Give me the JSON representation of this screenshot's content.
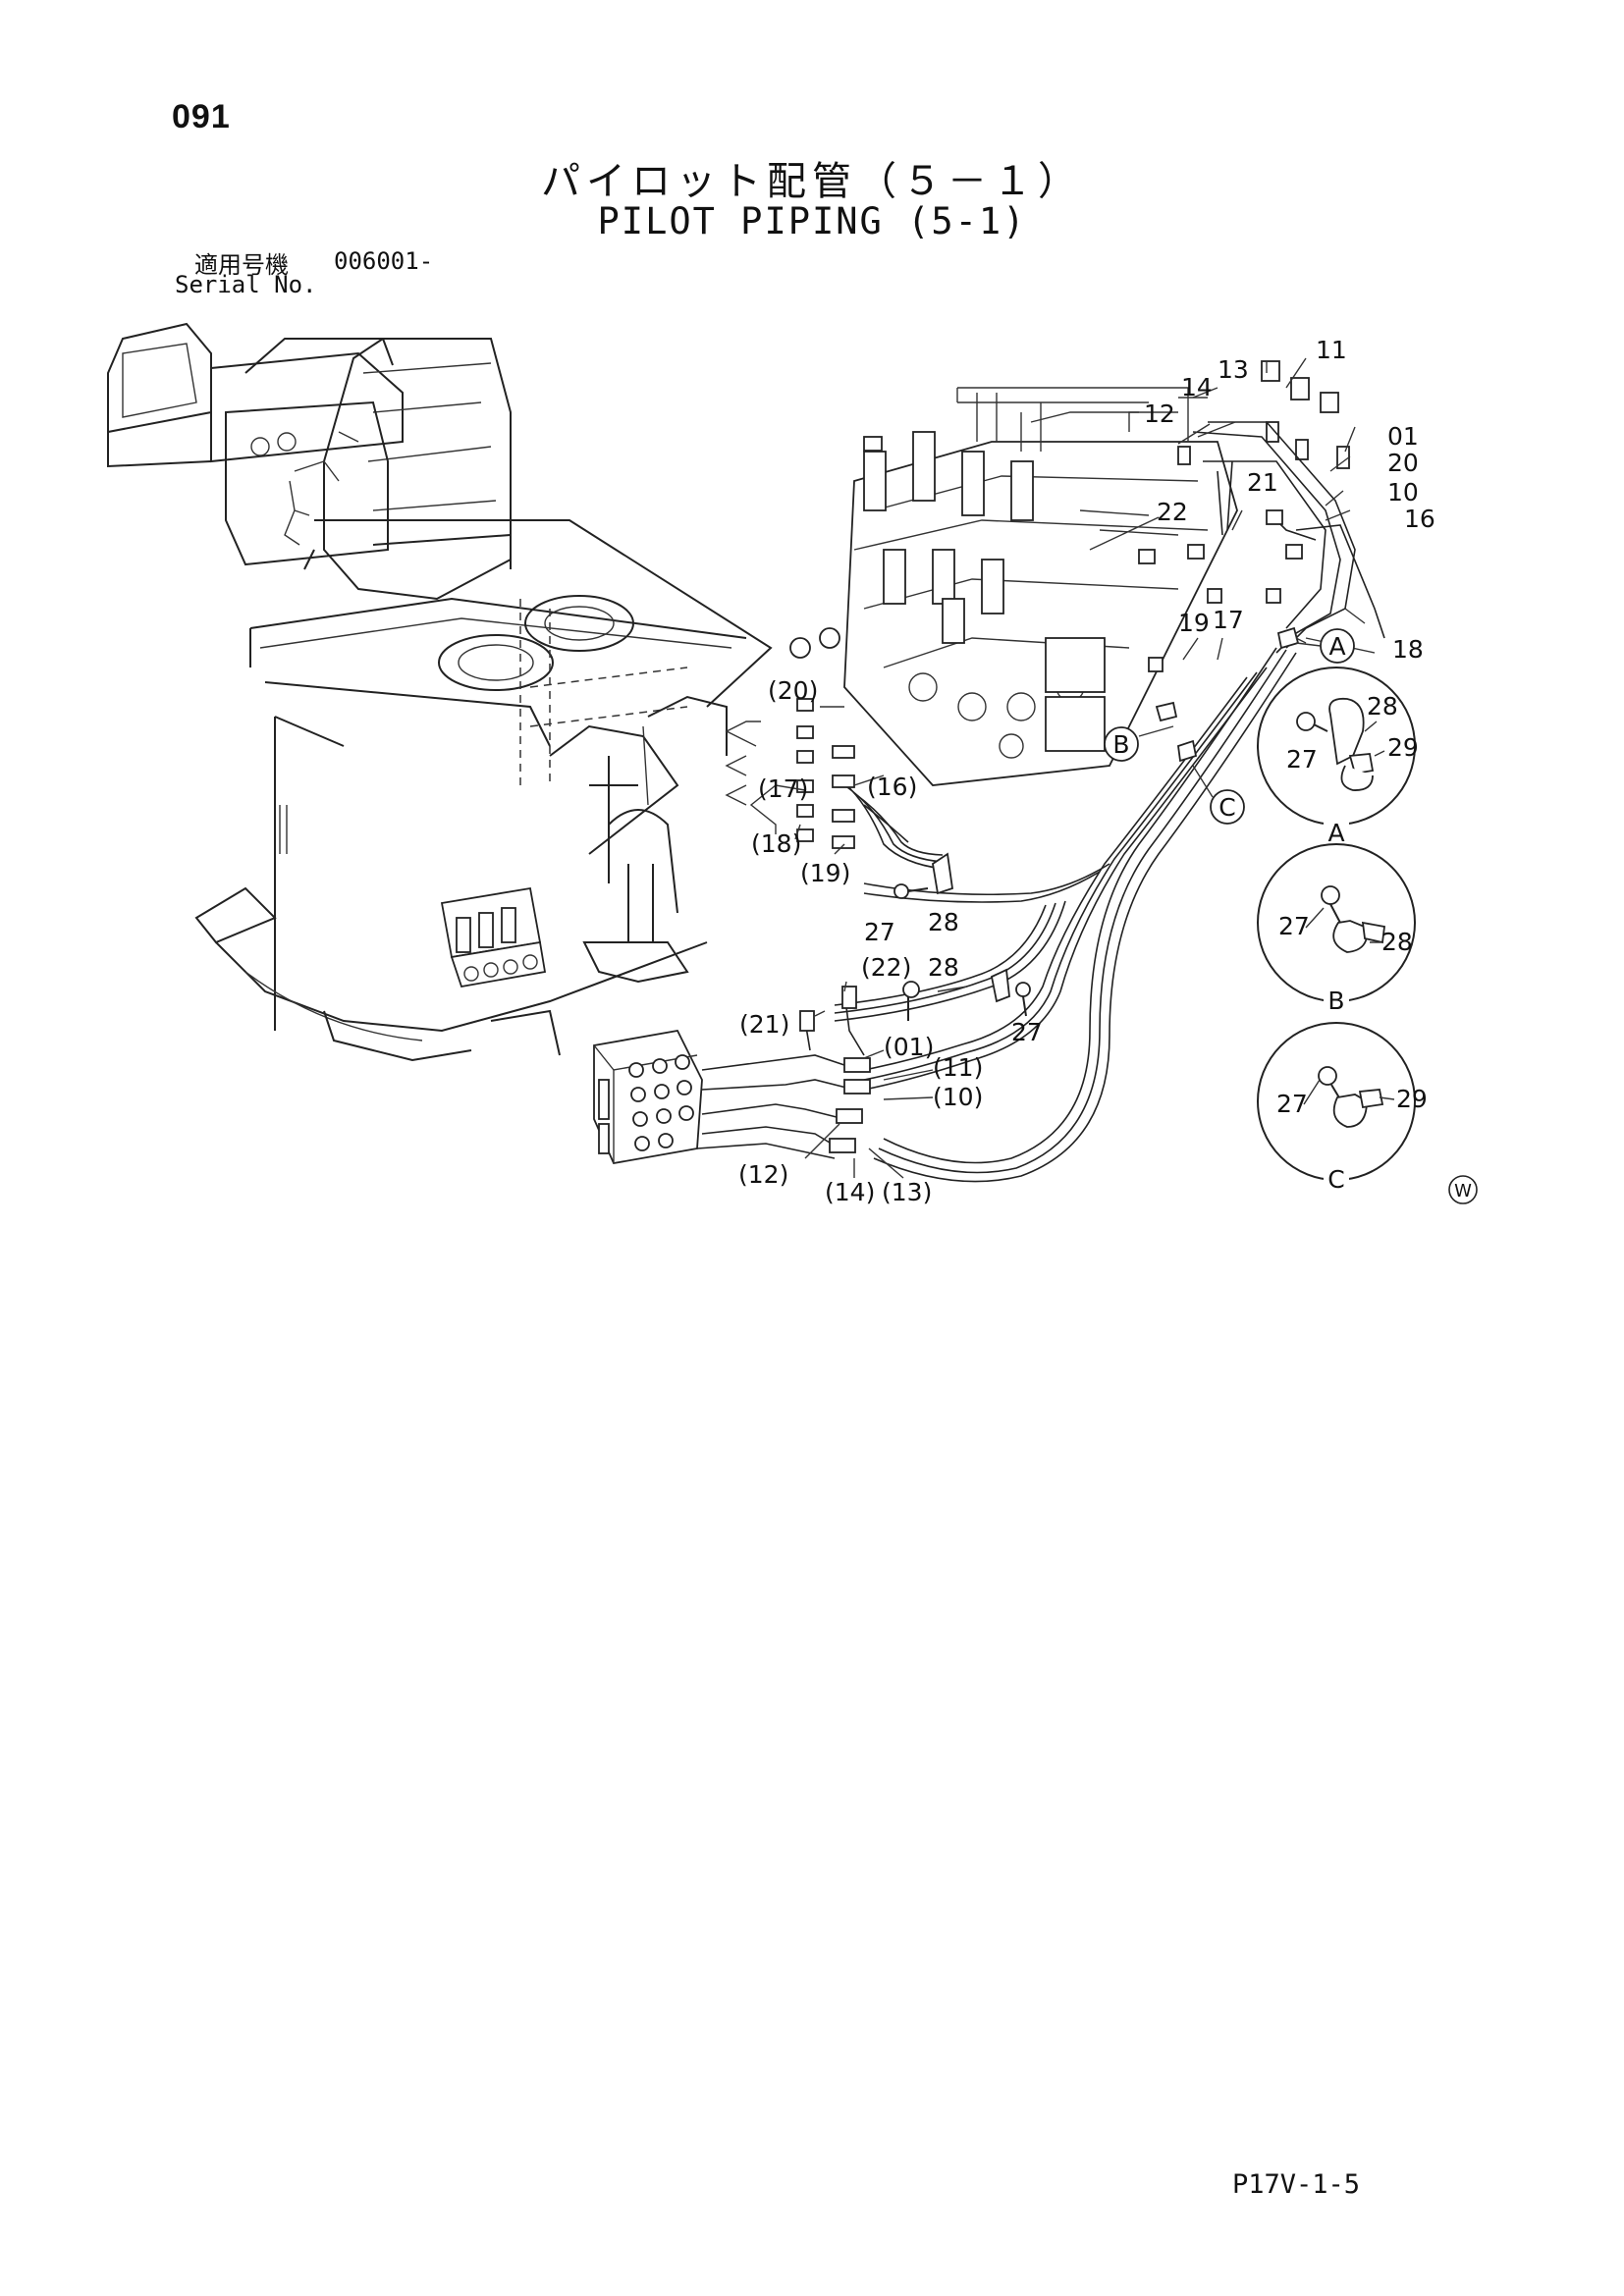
{
  "page_number": "091",
  "title_jp": "パイロット配管（５－１）",
  "title_en": "PILOT PIPING (5-1)",
  "serial": {
    "label_jp": "適用号機",
    "value": "006001-",
    "label_en": "Serial No."
  },
  "callouts": {
    "c01": "01",
    "c20": "20",
    "c10": "10",
    "c16": "16",
    "c11": "11",
    "c13": "13",
    "c14": "14",
    "c12": "12",
    "c21": "21",
    "c22": "22",
    "c19": "19",
    "c17": "17",
    "c18": "18",
    "p20": "(20)",
    "p16": "(16)",
    "p17": "(17)",
    "p18": "(18)",
    "p19": "(19)",
    "p22": "(22)",
    "p21": "(21)",
    "p01": "(01)",
    "p11": "(11)",
    "p10": "(10)",
    "p12": "(12)",
    "p14": "(14)",
    "p13": "(13)",
    "c27a": "27",
    "c28a": "28",
    "c28b": "28",
    "c27b": "27"
  },
  "detail_markers": {
    "A": "A",
    "B": "B",
    "C": "C"
  },
  "detail_views": {
    "A": {
      "label": "A",
      "parts": [
        "28",
        "27",
        "29"
      ]
    },
    "B": {
      "label": "B",
      "parts": [
        "27",
        "28"
      ]
    },
    "C": {
      "label": "C",
      "parts": [
        "27",
        "29"
      ]
    }
  },
  "region_mark": "W",
  "footer_code": "P17V-1-5"
}
